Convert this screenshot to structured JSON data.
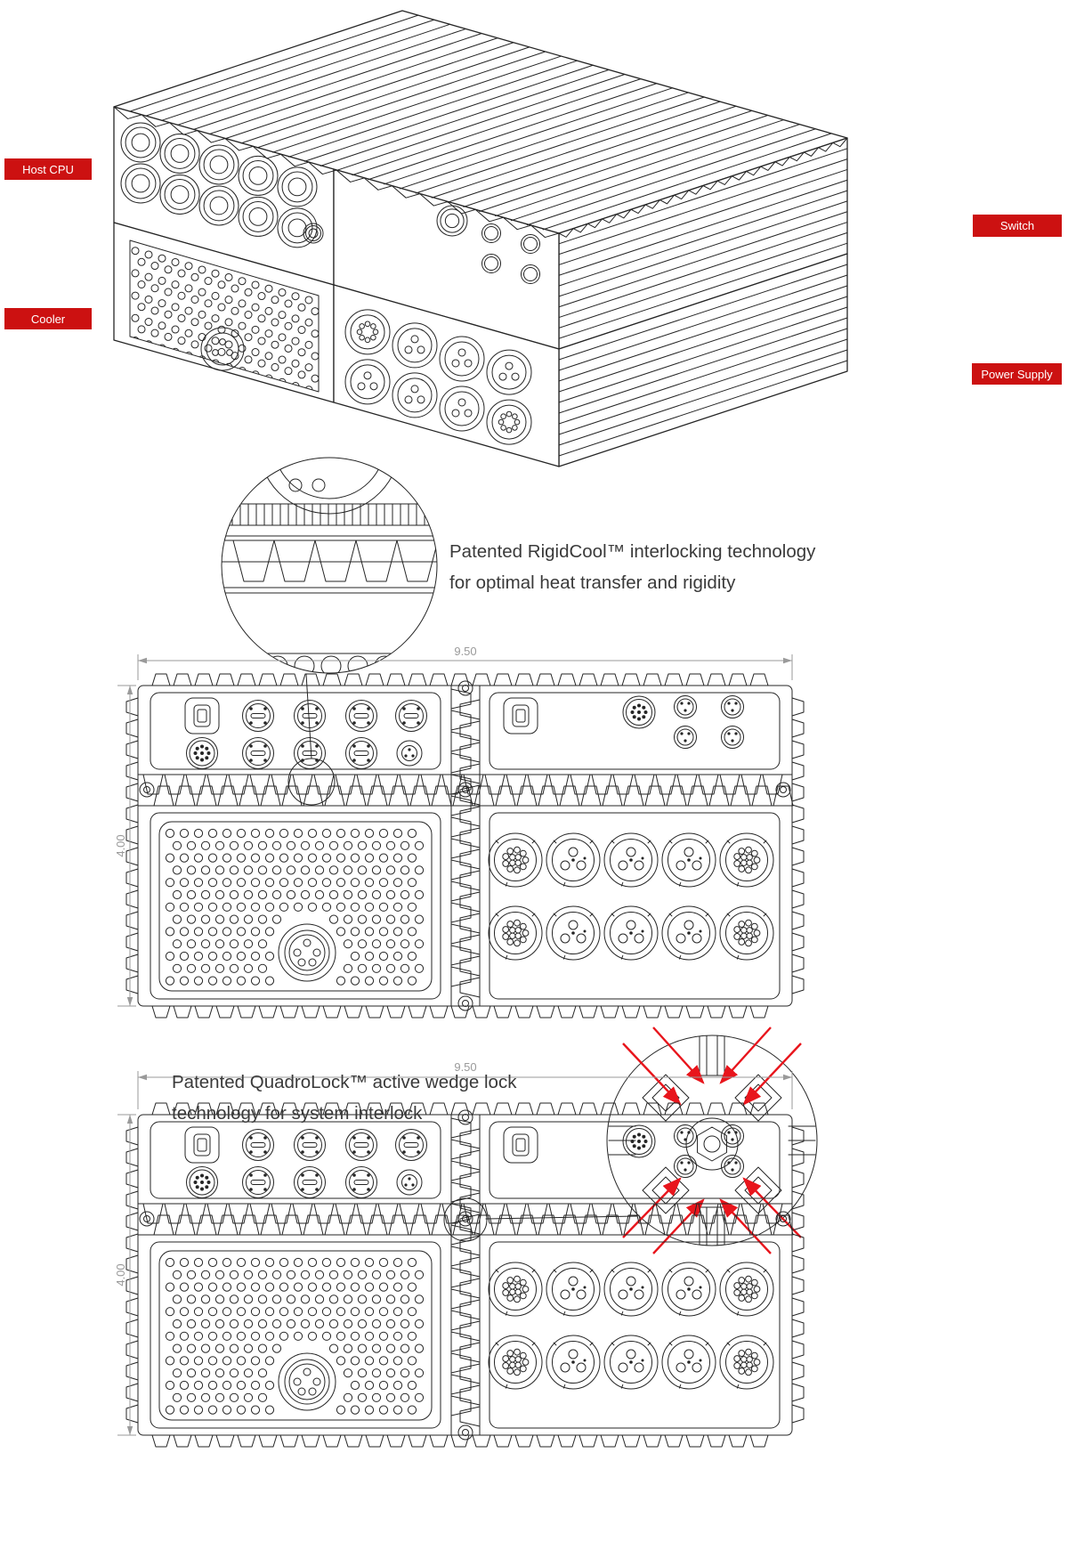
{
  "colors": {
    "label_bg": "#cc1111",
    "label_text": "#ffffff",
    "line": "#252525",
    "dim": "#9a9a9a",
    "red_arrow": "#e8151c",
    "text": "#3a3a3a"
  },
  "iso_labels": {
    "host_cpu": "Host CPU",
    "cooler": "Cooler",
    "switch": "Switch",
    "power_supply": "Power Supply"
  },
  "callouts": {
    "rigidcool": {
      "line1": "Patented RigidCool™ interlocking technology",
      "line2": "for optimal heat transfer and rigidity"
    },
    "quadrolock": {
      "line1": "Patented QuadroLock™ active wedge lock",
      "line2": "technology for system interlock"
    }
  },
  "drawings": [
    {
      "name": "front-view-with-rigidcool-callout",
      "width_label": "9.50",
      "height_label": "4.00"
    },
    {
      "name": "front-view-with-quadrolock-callout",
      "width_label": "9.50",
      "height_label": "4.00"
    }
  ]
}
